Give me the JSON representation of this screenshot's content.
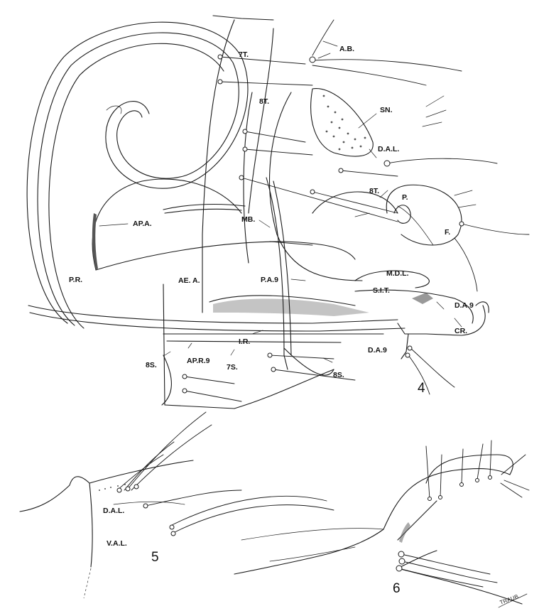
{
  "plate": {
    "background": "#ffffff",
    "ink": "#1a1a1a"
  },
  "figures": {
    "fig4": "4",
    "fig5": "5",
    "fig6": "6"
  },
  "labels4": {
    "ab": "A.B.",
    "t7": "7T.",
    "t8a": "8T.",
    "sn": "SN.",
    "dal": "D.A.L.",
    "t8b": "8T.",
    "p": "P.",
    "f": "F.",
    "apa": "AP.A.",
    "mb": "MB.",
    "pr": "P.R.",
    "aea": "AE. A.",
    "pa9": "P.A.9",
    "mdl": "M.D.L.",
    "sit": "S.I.T.",
    "da9a": "D.A.9",
    "cr": "CR.",
    "ir": "I.R.",
    "apr9": "AP.R.9",
    "s8a": "8S.",
    "s7": "7S.",
    "da9b": "D.A.9",
    "s8b": "8S."
  },
  "labels5": {
    "dal": "D.A.L.",
    "val": "V.A.L."
  },
  "signature": "TRAUB"
}
